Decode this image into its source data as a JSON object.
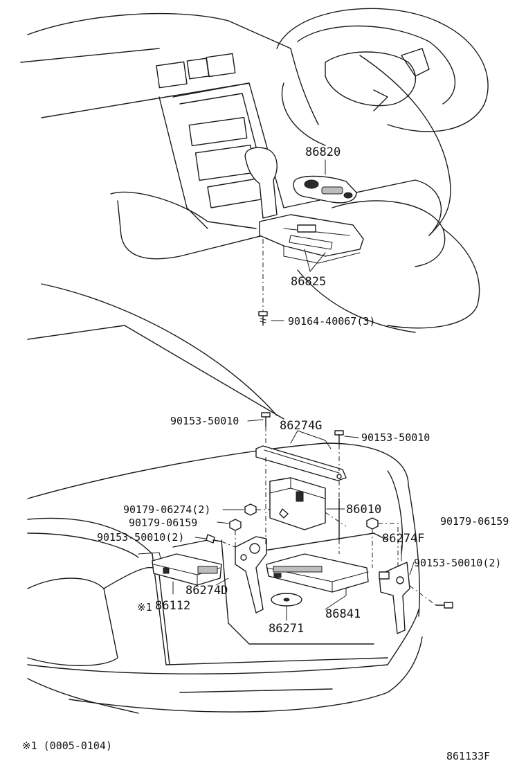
{
  "labels": {
    "part_86820": "86820",
    "part_86825": "86825",
    "bolt_90164": "90164-40067(3)",
    "bolt_90153_left": "90153-50010",
    "part_86274G": "86274G",
    "bolt_90153_right": "90153-50010",
    "nut_90179_06274": "90179-06274(2)",
    "part_86010": "86010",
    "nut_90179_06159_left": "90179-06159",
    "nut_90179_06159_right": "90179-06159",
    "bolt_90153_2_left": "90153-50010(2)",
    "part_86274F": "86274F",
    "bolt_90153_2_right": "90153-50010(2)",
    "part_86274D": "86274D",
    "part_86112": "86112",
    "note_mark": "※1",
    "part_86841": "86841",
    "part_86271": "86271"
  },
  "footer": {
    "note": "※1 (0005-0104)",
    "diagram_id": "861133F"
  }
}
